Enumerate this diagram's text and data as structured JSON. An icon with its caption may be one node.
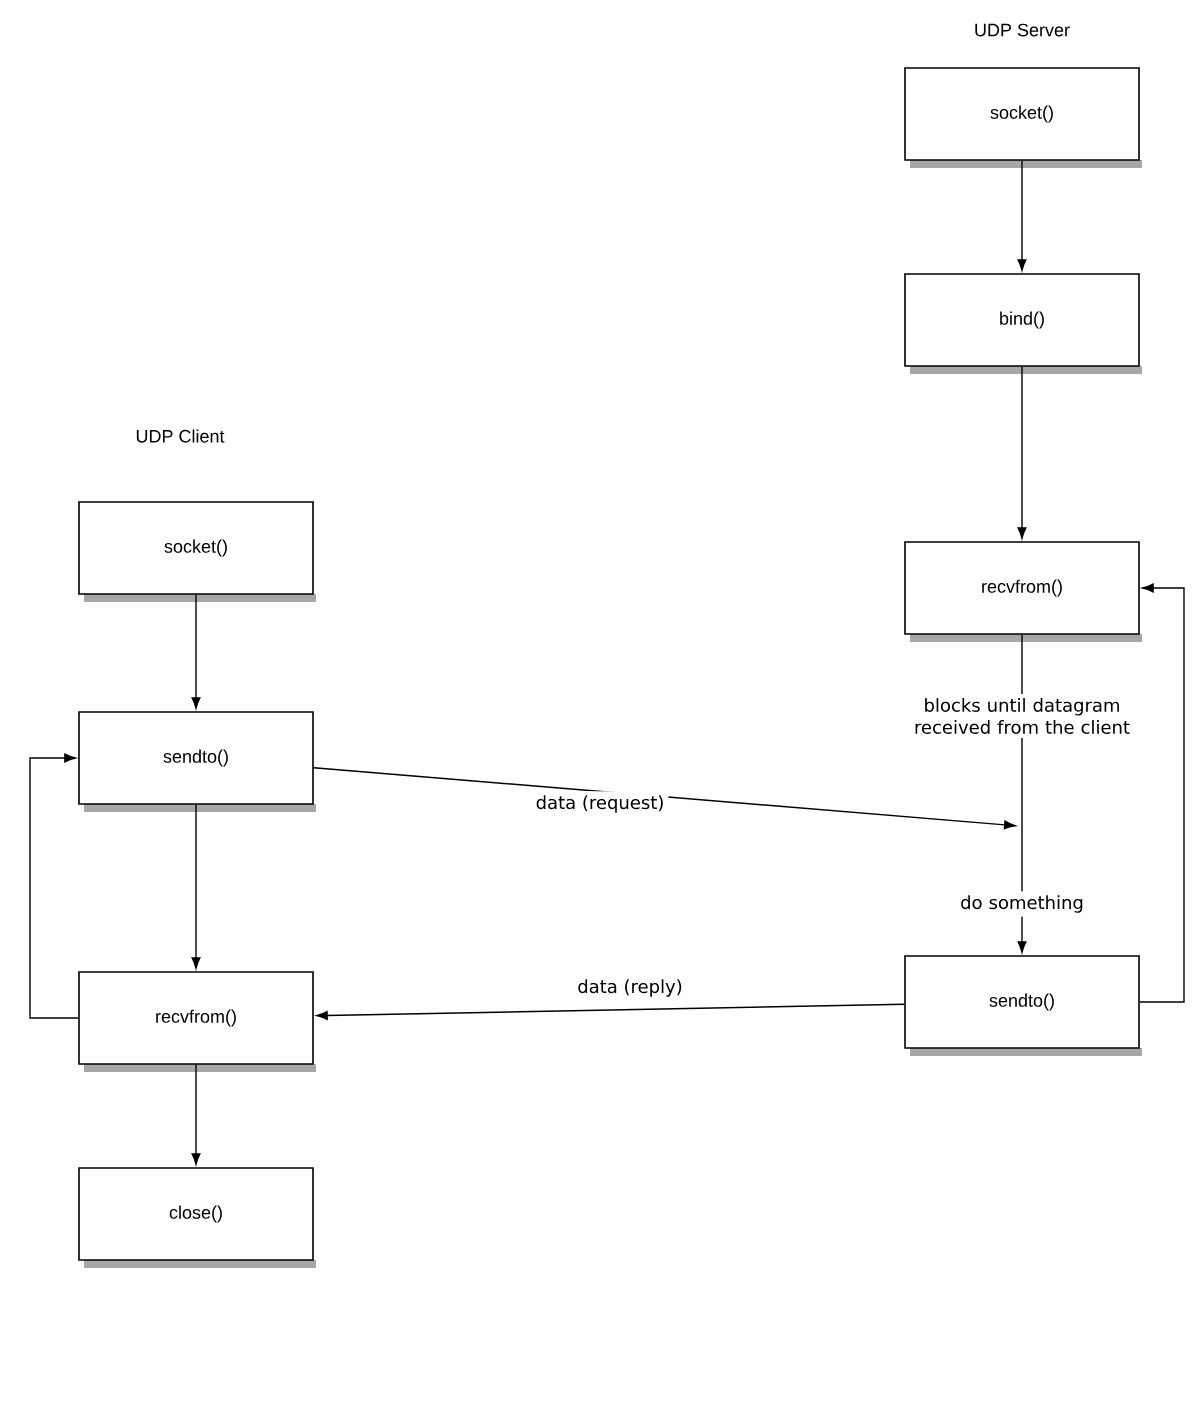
{
  "diagram": {
    "nodes": [
      {
        "text": [
          "socket()"
        ]
      },
      {
        "text": [
          "sendto()"
        ]
      },
      {
        "text": [
          "recvfrom()"
        ]
      },
      {
        "text": [
          "close()"
        ]
      },
      {
        "text": [
          "socket()"
        ]
      },
      {
        "text": [
          "bind()"
        ]
      },
      {
        "text": [
          "recvfrom()"
        ]
      },
      {
        "text": [
          "sendto()"
        ]
      }
    ],
    "edges": [
      {
        "from": 0,
        "to": 1,
        "arrow": "to"
      },
      {
        "from": 1,
        "to": 2,
        "arrow": "to"
      },
      {
        "from": 2,
        "to": 1,
        "arrow": "to"
      },
      {
        "from": 2,
        "to": 3,
        "arrow": "to"
      },
      {
        "from": 4,
        "to": 5,
        "arrow": "to"
      },
      {
        "from": 5,
        "to": 6,
        "arrow": "to"
      },
      {
        "from": 6,
        "to": 7,
        "arrow": "to"
      },
      {
        "from": 7,
        "to": 6,
        "arrow": "to"
      },
      {
        "from": 1,
        "to": null,
        "arrow": "to",
        "label": "data (request)"
      },
      {
        "from": 7,
        "to": 2,
        "arrow": "to",
        "label": "data (reply)"
      }
    ],
    "labels": [
      "UDP Server",
      "UDP Client",
      "blocks until datagram received from the client",
      "do something"
    ]
  }
}
